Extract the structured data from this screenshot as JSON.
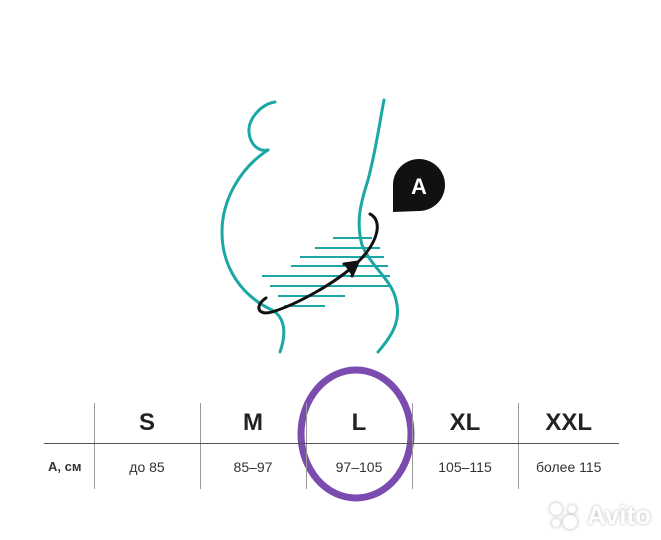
{
  "marker": {
    "label": "A"
  },
  "table": {
    "row_label": "А, см",
    "sizes": [
      {
        "name": "S",
        "range": "до 85"
      },
      {
        "name": "M",
        "range": "85–97"
      },
      {
        "name": "L",
        "range": "97–105"
      },
      {
        "name": "XL",
        "range": "105–115"
      },
      {
        "name": "XXL",
        "range": "более 115"
      }
    ],
    "highlighted_size": "L"
  },
  "watermark": {
    "text": "Avito"
  },
  "colors": {
    "body_outline": "#1aa7a5",
    "arrow": "#111111",
    "highlight_circle": "#7b4bb0",
    "text": "#1a1a1a"
  },
  "icons": [
    "measure-point-pin-icon",
    "measure-arrow-icon",
    "avito-logo-icon"
  ]
}
